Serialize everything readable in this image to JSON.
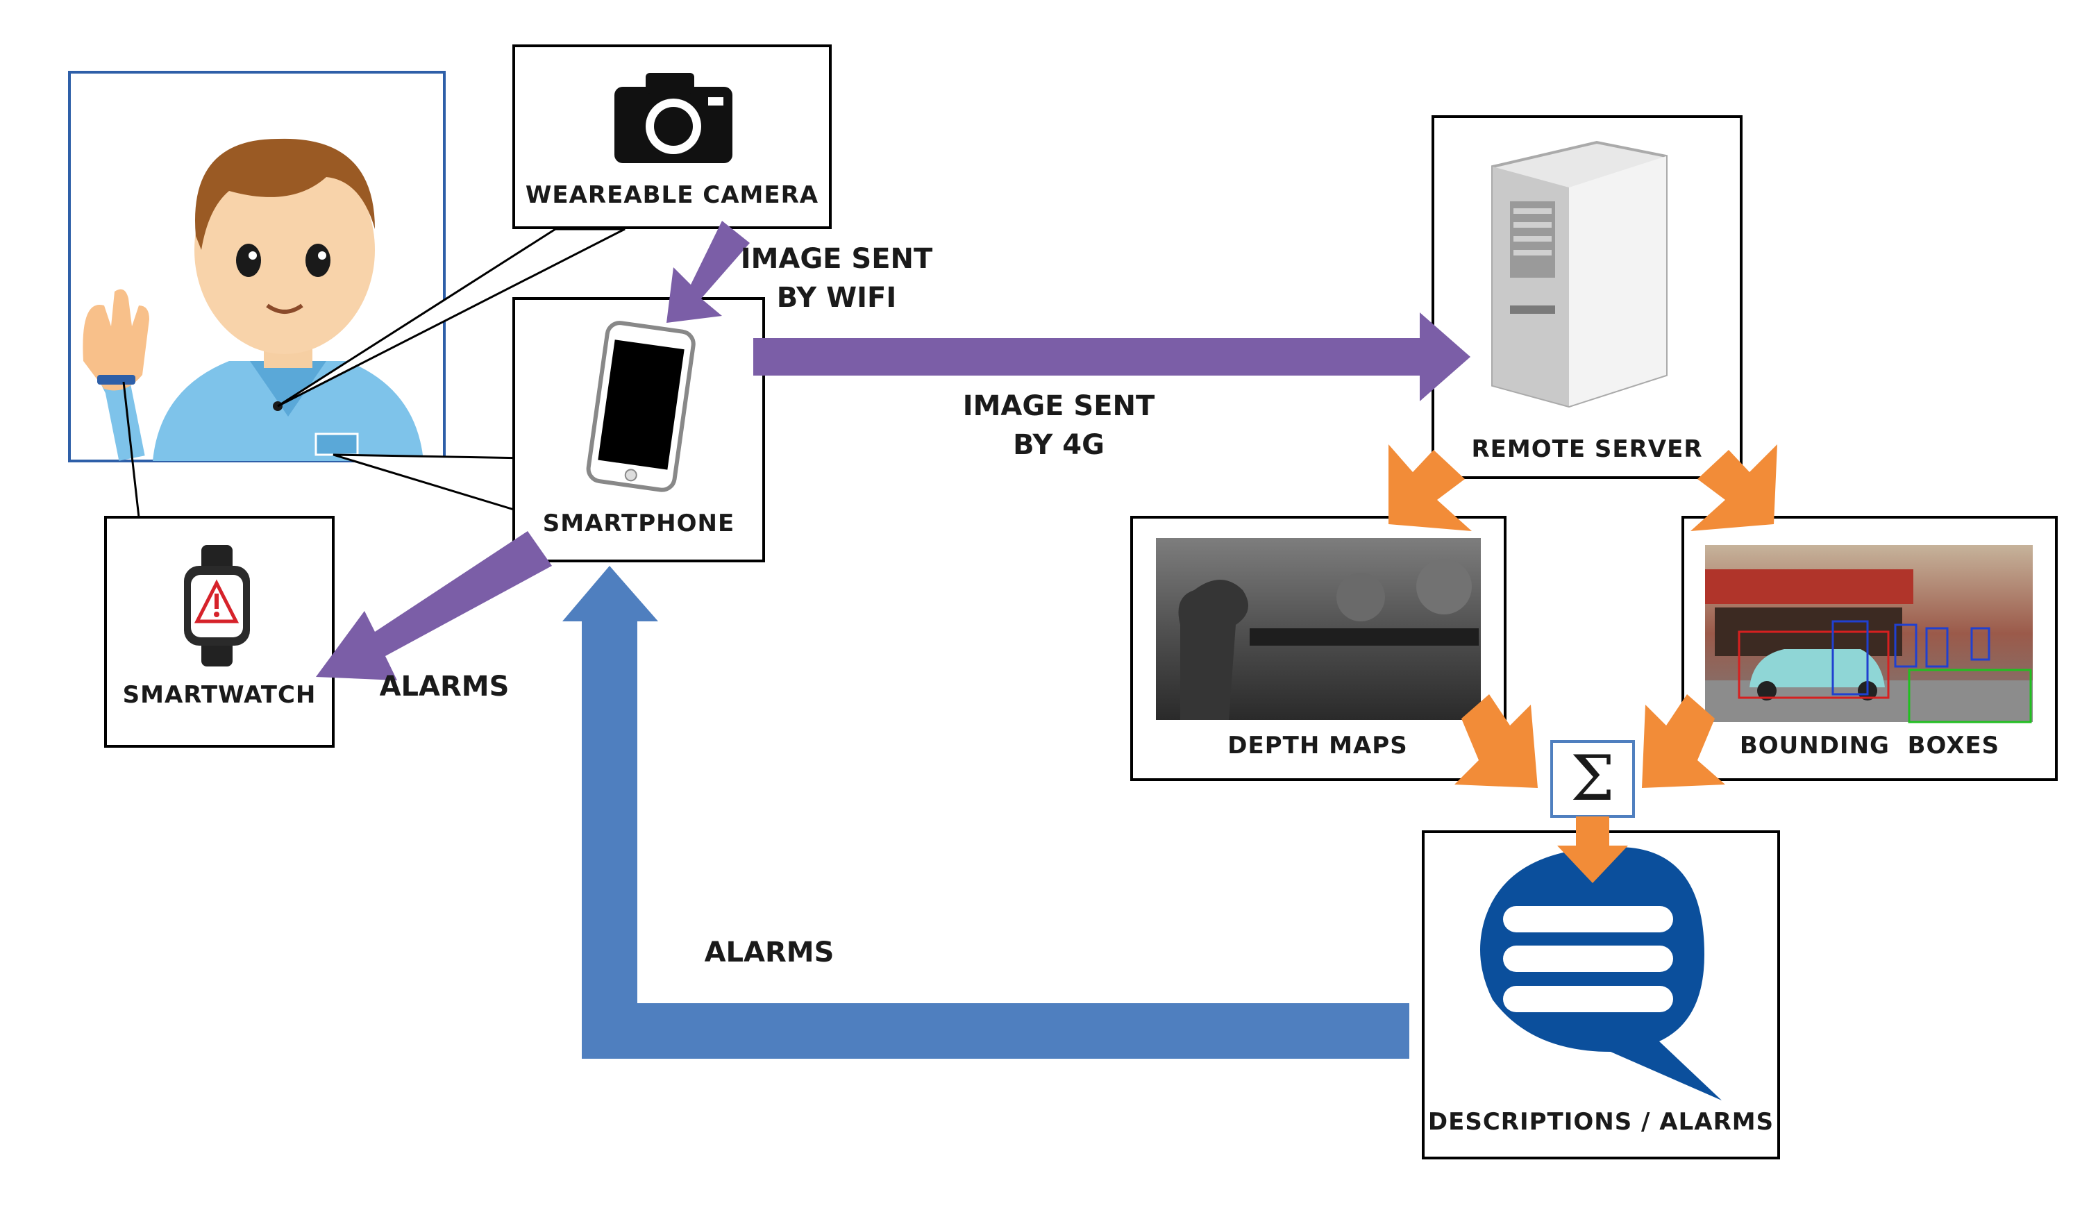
{
  "labels": {
    "wearable_camera": "WEAREABLE CAMERA",
    "smartphone": "SMARTPHONE",
    "smartwatch": "SMARTWATCH",
    "remote_server": "REMOTE SERVER",
    "depth_maps": "DEPTH MAPS",
    "bounding_boxes": "BOUNDING  BOXES",
    "descriptions_alarms": "DESCRIPTIONS / ALARMS",
    "sigma": "Σ"
  },
  "flows": {
    "wifi_line1": "IMAGE SENT",
    "wifi_line2": "BY WIFI",
    "fourg_line1": "IMAGE SENT",
    "fourg_line2": "BY 4G",
    "alarms_watch": "ALARMS",
    "alarms_return": "ALARMS"
  },
  "colors": {
    "purple_arrow": "#7b5ea7",
    "orange_arrow": "#f28c38",
    "blue_arrow": "#4f7fbf",
    "bubble_blue": "#0b4f9c",
    "box_border": "#000000",
    "user_frame": "#2e5fa8"
  }
}
